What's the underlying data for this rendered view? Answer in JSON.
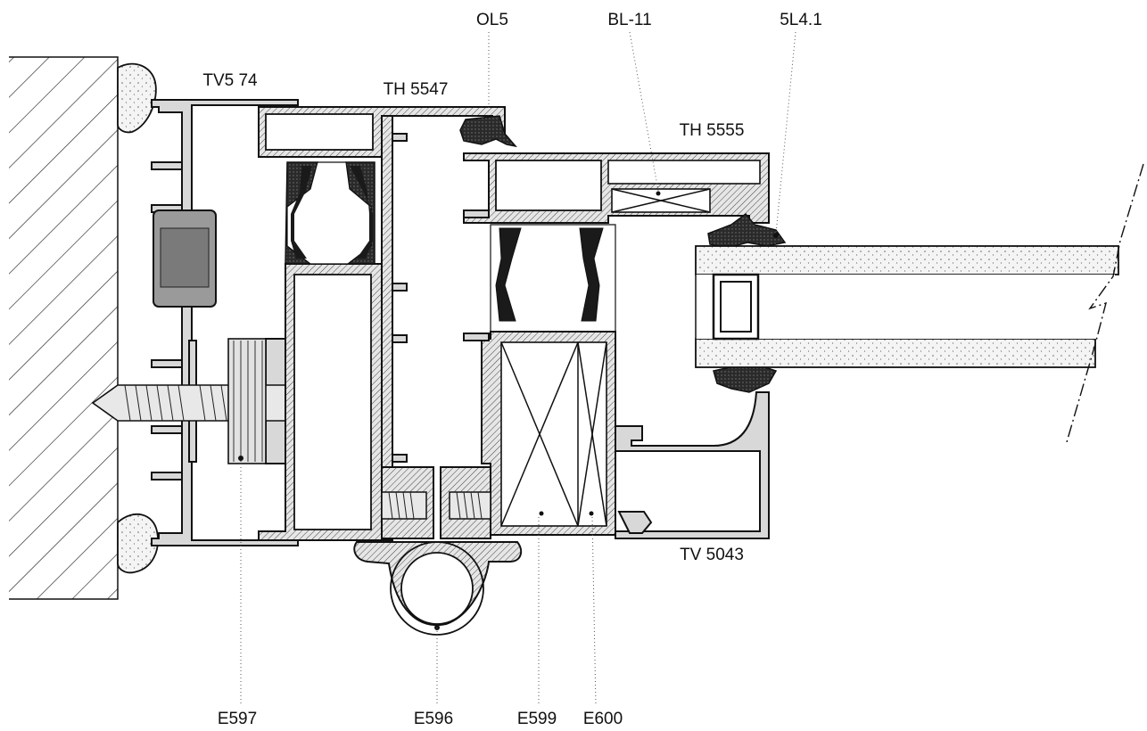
{
  "labels": {
    "tv574": "TV5 74",
    "th5547": "TH 5547",
    "ol5": "OL5",
    "bl11": "BL-11",
    "sl41": "5L4.1",
    "th5555": "TH 5555",
    "tv5043": "TV 5043",
    "e597": "E597",
    "e596": "E596",
    "e599": "E599",
    "e600": "E600"
  }
}
